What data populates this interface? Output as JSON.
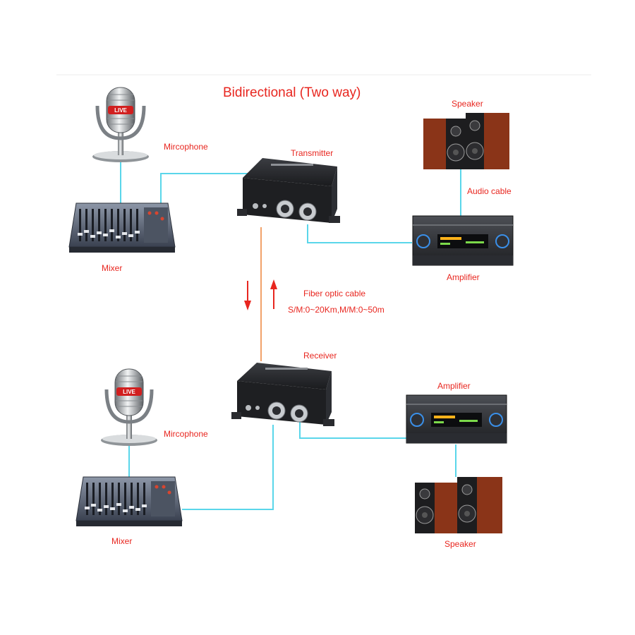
{
  "title": "Bidirectional (Two way)",
  "labels": {
    "top_microphone": "Mircophone",
    "top_mixer": "Mixer",
    "transmitter": "Transmitter",
    "top_speaker": "Speaker",
    "audio_cable": "Audio cable",
    "top_amplifier": "Amplifier",
    "fiber_cable": "Fiber optic cable",
    "fiber_spec": "S/M:0~20Km,M/M:0~50m",
    "receiver": "Receiver",
    "bottom_amplifier": "Amplifier",
    "bottom_microphone": "Mircophone",
    "bottom_mixer": "Mixer",
    "bottom_speaker": "Speaker"
  },
  "device_text": {
    "mic_badge": "LIVE"
  },
  "colors": {
    "label": "#e8261f",
    "audio_line": "#5ad6ea",
    "fiber_line": "#f2a26a",
    "arrow": "#e8261f",
    "device_dark": "#1e1f22",
    "speaker_wood": "#8a3418"
  }
}
